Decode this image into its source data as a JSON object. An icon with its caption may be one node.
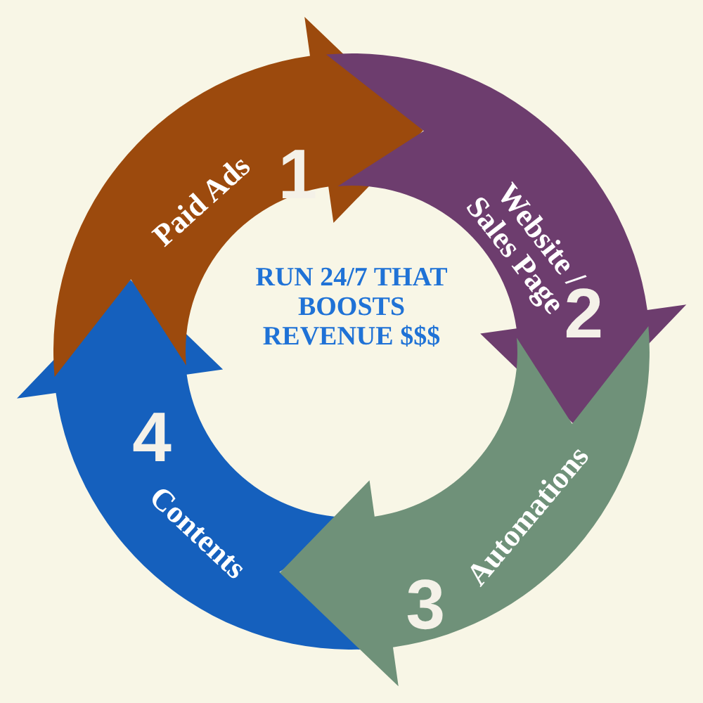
{
  "diagram": {
    "nodes": [
      {
        "text": [
          "Paid Ads",
          "1"
        ]
      },
      {
        "text": [
          "Website / Sales Page",
          "2"
        ]
      },
      {
        "text": [
          "Automations",
          "3"
        ]
      },
      {
        "text": [
          "Contents",
          "4"
        ]
      }
    ],
    "labels": [
      "RUN 24/7 THAT BOOSTS REVENUE $$$"
    ]
  }
}
